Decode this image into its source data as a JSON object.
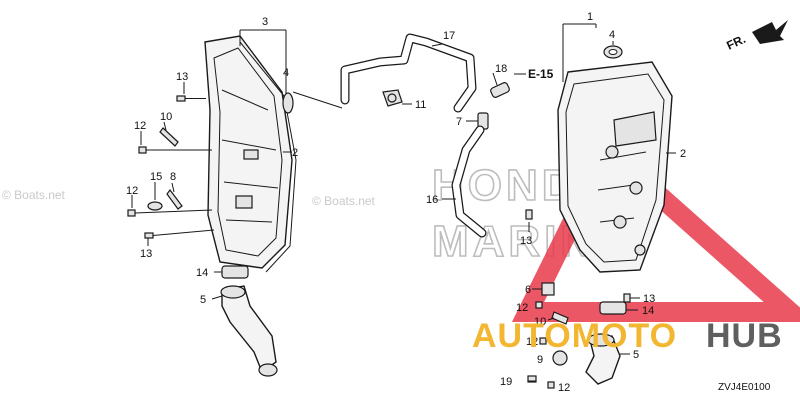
{
  "watermarks": {
    "boats_left": "© Boats.net",
    "boats_right": "© Boats.net",
    "honda_top": "HONDA",
    "honda_bottom": "MARINE"
  },
  "brand_logo": {
    "part1": "AUTOMOTO",
    "part2": "HUB",
    "color_primary": "#f2b631",
    "color_secondary": "#5f5f5f",
    "triangle_color": "#e8394a"
  },
  "direction": {
    "label": "FR."
  },
  "reference": {
    "label": "E-15"
  },
  "diagram_code": "ZVJ4E0100",
  "callouts": [
    "3",
    "4",
    "13",
    "10",
    "12",
    "2",
    "15",
    "8",
    "12",
    "13",
    "14",
    "5",
    "17",
    "18",
    "11",
    "7",
    "16",
    "1",
    "4",
    "2",
    "13",
    "6",
    "12",
    "10",
    "12",
    "9",
    "19",
    "12",
    "13",
    "14",
    "5"
  ]
}
